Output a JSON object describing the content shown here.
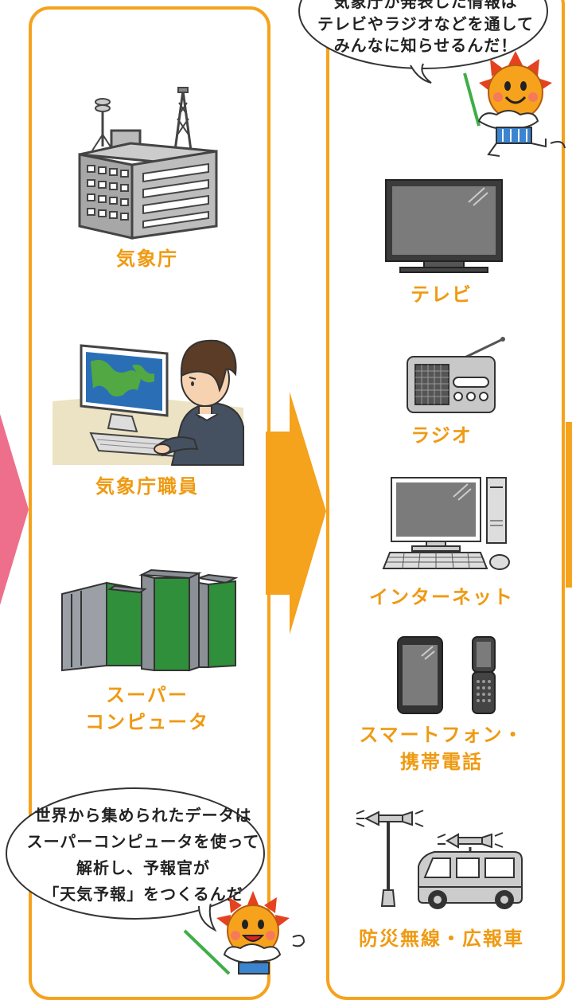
{
  "left_panel": {
    "items": [
      {
        "label": "気象庁",
        "icon": "building-icon"
      },
      {
        "label": "気象庁職員",
        "icon": "forecaster-icon"
      },
      {
        "label": "スーパー",
        "label2": "コンピュータ",
        "icon": "supercomputer-icon"
      }
    ],
    "bubble": {
      "lines": [
        "世界から集められたデータは",
        "スーパーコンピュータを使って",
        "解析し、予報官が",
        "「天気予報」をつくるんだ"
      ]
    }
  },
  "right_panel": {
    "bubble": {
      "lines": [
        "気象庁が発表した情報は",
        "テレビやラジオなどを通して",
        "みんなに知らせるんだ！"
      ]
    },
    "items": [
      {
        "label": "テレビ",
        "icon": "tv-icon"
      },
      {
        "label": "ラジオ",
        "icon": "radio-icon"
      },
      {
        "label": "インターネット",
        "icon": "desktop-computer-icon"
      },
      {
        "label": "スマートフォン・",
        "label2": "携帯電話",
        "icon": "smartphone-icon"
      },
      {
        "label": "防災無線・広報車",
        "icon": "loudspeaker-van-icon"
      }
    ]
  },
  "colors": {
    "panel_border": "#f5a21c",
    "label": "#ef9a12",
    "arrow": "#f5a21c",
    "pink_arrow": "#ee6f8c"
  }
}
